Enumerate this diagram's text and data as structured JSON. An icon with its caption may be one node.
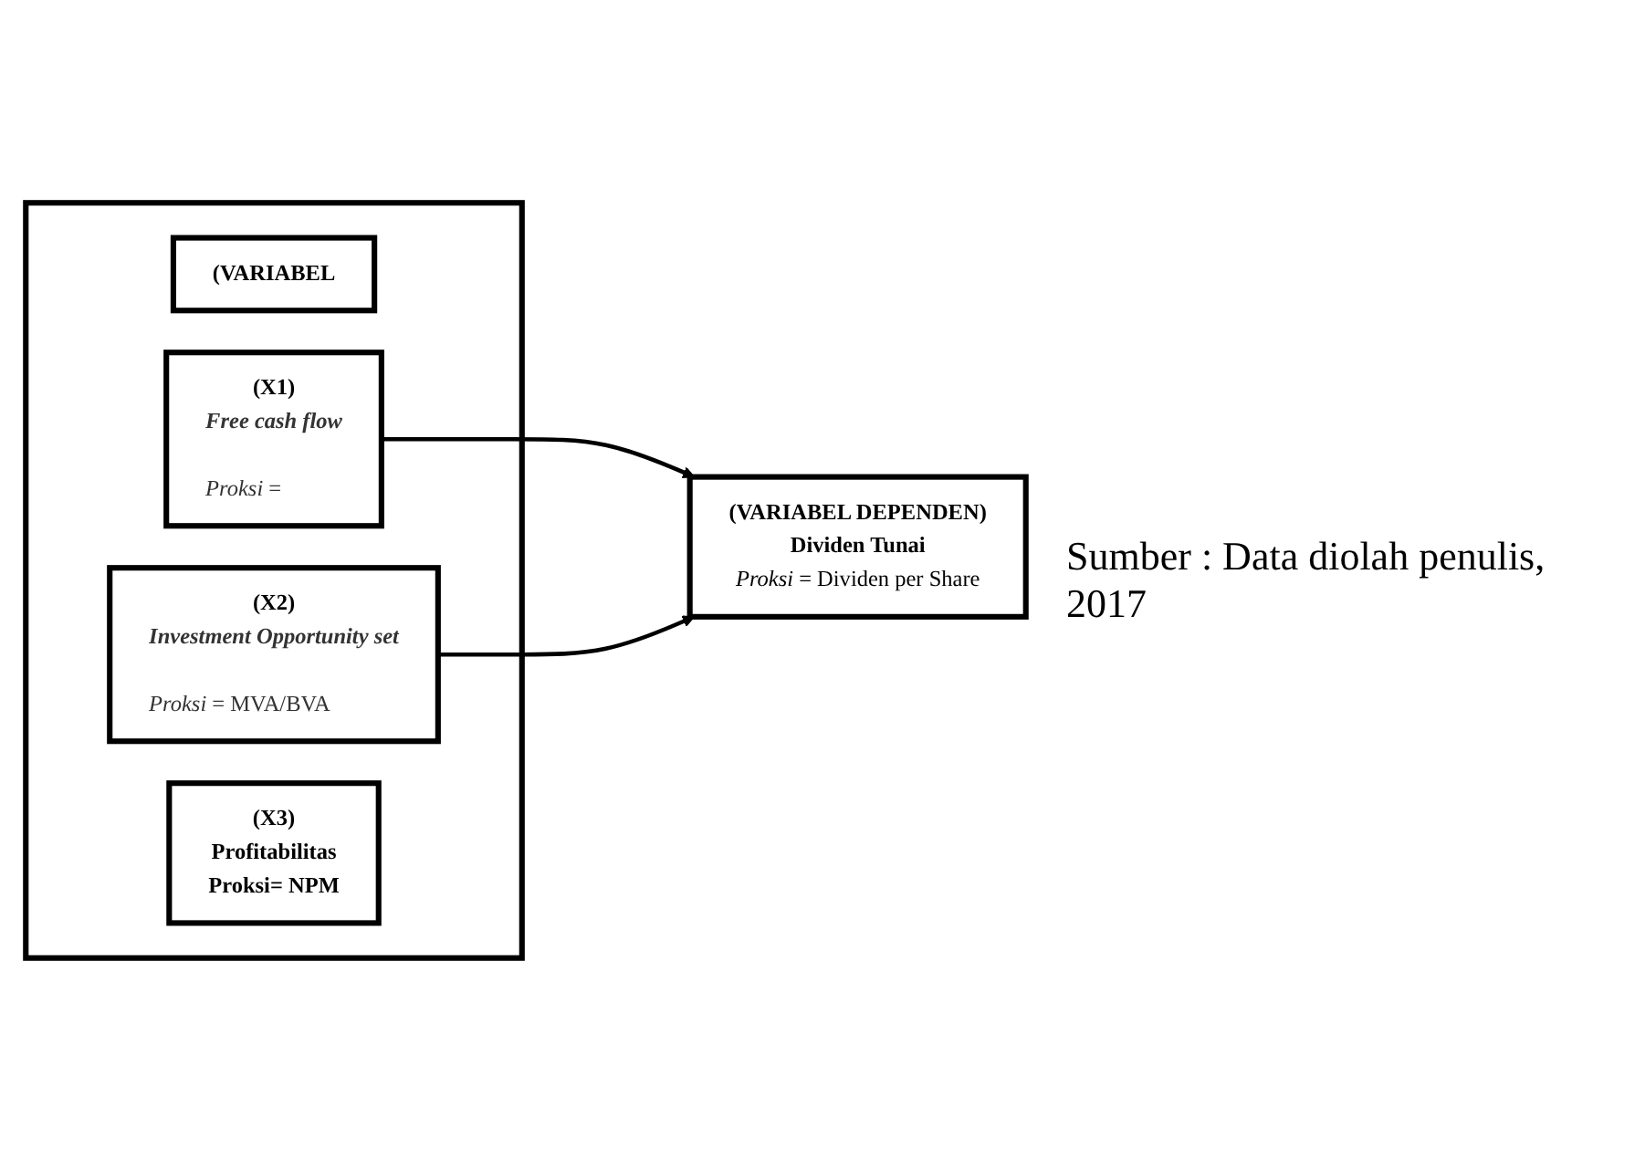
{
  "diagram": {
    "nodes": [
      {
        "text": [],
        "shape": "box"
      },
      {
        "text": [
          "(VARIABEL"
        ],
        "in": 0
      },
      {
        "text": [
          "(X1)",
          "Free cash flow",
          "*Proksi* ="
        ],
        "in": 0
      },
      {
        "text": [
          "(X2)",
          "Investment Opportunity set",
          "*Proksi* = MVA/BVA"
        ],
        "in": 0
      },
      {
        "text": [
          "(X3)",
          "Profitabilitas",
          "Proksi= NPM"
        ],
        "in": 0
      },
      {
        "text": [
          "(VARIABEL DEPENDEN)",
          "Dividen Tunai",
          "*Proksi* = Dividen per Share"
        ]
      }
    ],
    "edges": [
      {
        "from": 2,
        "to": 5,
        "arrow": "to"
      },
      {
        "from": 3,
        "to": 5,
        "arrow": "to"
      }
    ],
    "labels": [
      "Sumber : Data diolah penulis, 2017"
    ]
  }
}
